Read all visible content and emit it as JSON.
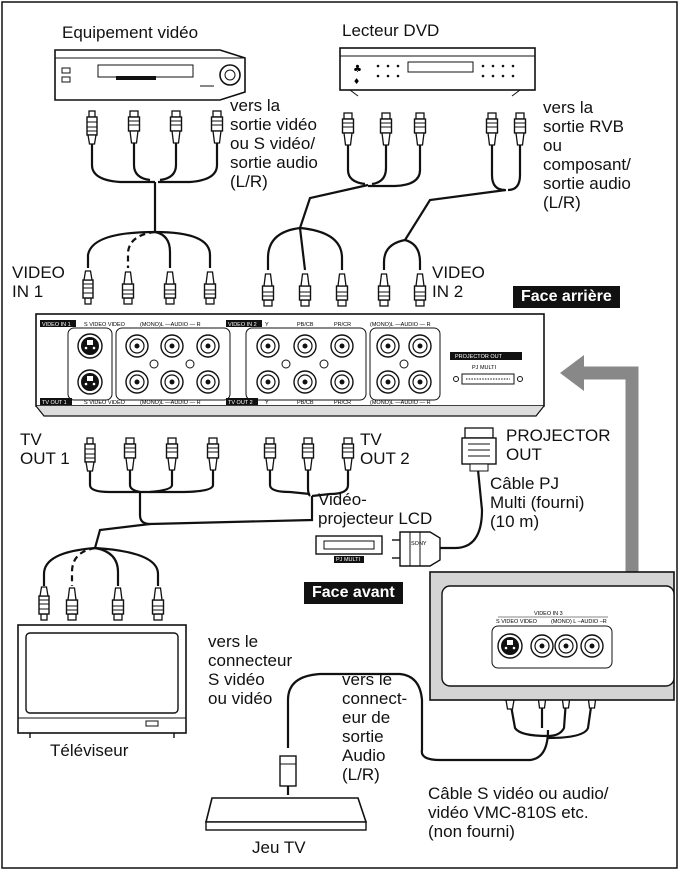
{
  "labels": {
    "equipement_video": "Equipement vidéo",
    "lecteur_dvd": "Lecteur DVD",
    "vers_sortie_video": "vers la\nsortie vidéo\nou S vidéo/\nsortie audio\n(L/R)",
    "vers_sortie_rvb": "vers la\nsortie RVB\nou\ncomposant/\nsortie audio\n(L/R)",
    "video_in1": "VIDEO\nIN 1",
    "video_in2": "VIDEO\nIN 2",
    "tv_out1": "TV\nOUT 1",
    "tv_out2": "TV\nOUT 2",
    "projector_out": "PROJECTOR\nOUT",
    "cable_pj": "Câble PJ\nMulti (fourni)\n(10 m)",
    "videoprojecteur": "Vidéo-\nprojecteur LCD",
    "televiseur": "Téléviseur",
    "vers_connecteur_svideo": "vers le\nconnecteur\nS vidéo\nou vidéo",
    "vers_connecteur_audio": "vers le\nconnect-\neur de\nsortie\nAudio\n(L/R)",
    "cable_svideo": "Câble S vidéo ou audio/\nvidéo VMC-810S etc.\n(non fourni)",
    "jeu_tv": "Jeu TV"
  },
  "badges": {
    "face_arriere": "Face arrière",
    "face_avant": "Face avant"
  },
  "panel": {
    "video_in1_tag": "VIDEO IN 1",
    "svideo_video_top": "S VIDEO VIDEO",
    "audio_top_1": "(MONO)L —AUDIO — R",
    "video_in2_tag": "VIDEO IN 2",
    "y_top": "Y",
    "pb_top": "PB/CB",
    "pr_top": "PR/CR",
    "audio_top_2": "(MONO)L —AUDIO — R",
    "tv_out1_tag": "TV OUT 1",
    "svideo_video_bottom": "S VIDEO VIDEO",
    "audio_bottom_1": "(MONO)L —AUDIO — R",
    "tv_out2_tag": "TV OUT 2",
    "y_bottom": "Y",
    "pb_bottom": "PB/CB",
    "pr_bottom": "PR/CR",
    "audio_bottom_2": "(MONO)L —AUDIO — R",
    "projector_out_tag": "PROJECTOR OUT",
    "pj_multi": "PJ MULTI"
  },
  "front_panel": {
    "video_in3": "VIDEO IN 3",
    "svideo_video": "S VIDEO VIDEO",
    "audio": "(MONO) L –AUDIO –R"
  },
  "connector": {
    "pj_multi_label": "PJ MULTI",
    "sony": "SONY"
  },
  "colors": {
    "ink": "#111111",
    "arrow_gray": "#888888",
    "panel_shade": "#d4d4d4"
  }
}
